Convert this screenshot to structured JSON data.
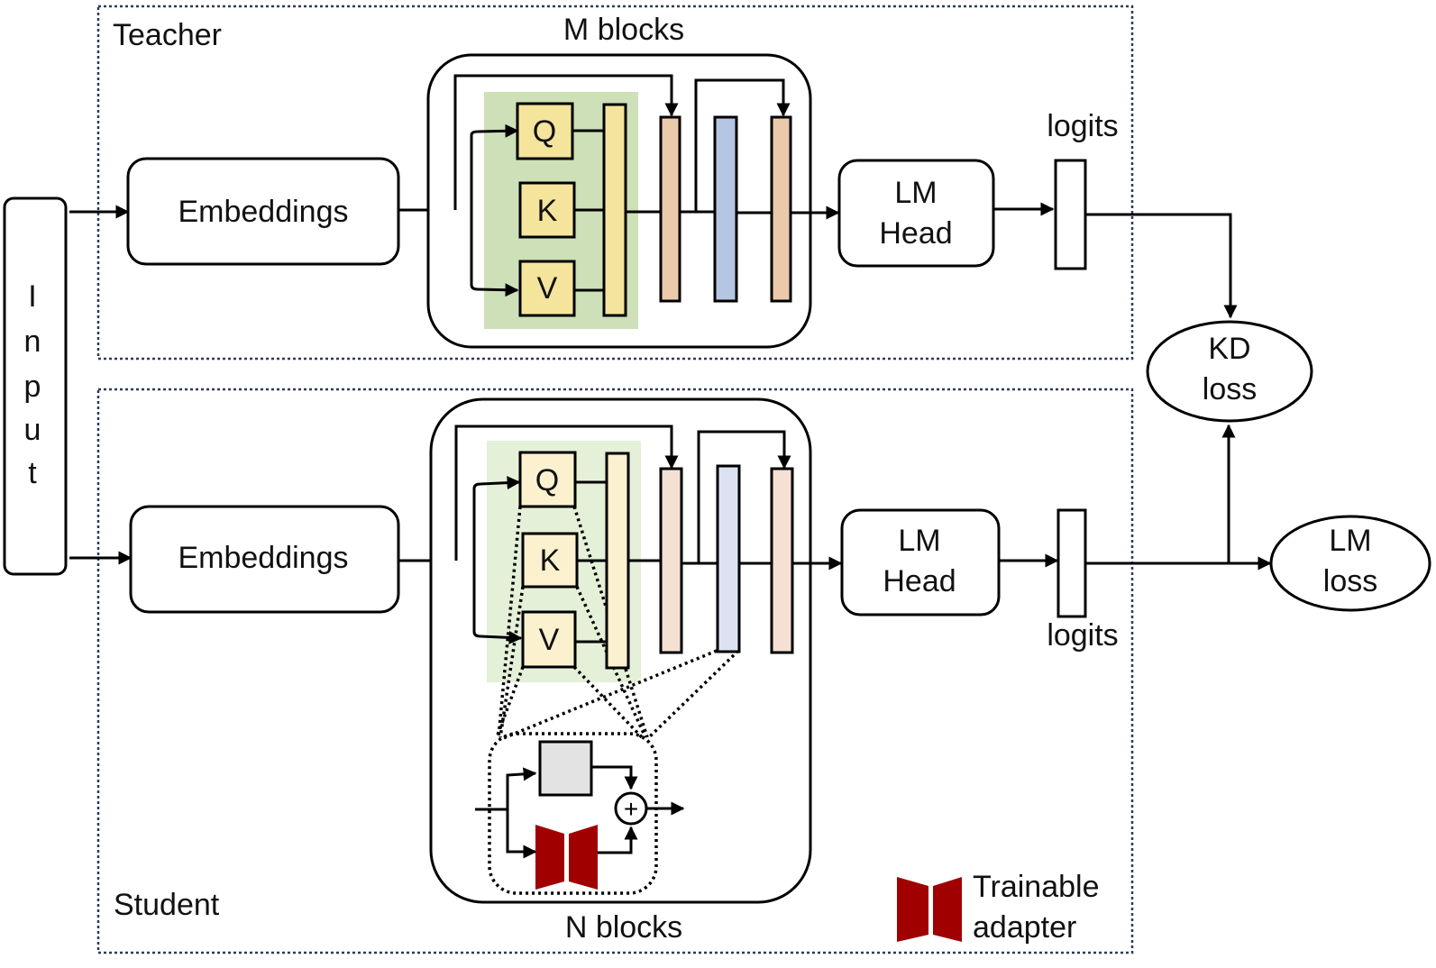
{
  "diagram": {
    "input_label": [
      "I",
      "n",
      "p",
      "u",
      "t"
    ],
    "teacher": {
      "section_label": "Teacher",
      "blocks_label": "M blocks",
      "embeddings_label": "Embeddings",
      "lm_head_label": [
        "LM",
        "Head"
      ],
      "logits_label": "logits",
      "attention": {
        "q": "Q",
        "k": "K",
        "v": "V"
      }
    },
    "student": {
      "section_label": "Student",
      "blocks_label": "N blocks",
      "embeddings_label": "Embeddings",
      "lm_head_label": [
        "LM",
        "Head"
      ],
      "logits_label": "logits",
      "attention": {
        "q": "Q",
        "k": "K",
        "v": "V"
      },
      "adapter_detail": {
        "sum_symbol": "+"
      }
    },
    "kd_loss_label": [
      "KD",
      "loss"
    ],
    "lm_loss_label": [
      "LM",
      "loss"
    ],
    "legend": {
      "label": [
        "Trainable",
        "adapter"
      ]
    },
    "colors": {
      "attention_bg_teacher": "#cde0b8",
      "attention_bg_student": "#e5f0d8",
      "qkv_teacher": "#f5e49c",
      "qkv_student": "#fbf1cf",
      "norm_teacher": "#ebc9ab",
      "norm_student": "#f4e1d4",
      "ffn_teacher": "#b5c6e3",
      "ffn_student": "#dce2f2",
      "frozen_block": "#e3e3e3",
      "adapter": "#a00000",
      "frame": "#2e3a5c"
    }
  }
}
